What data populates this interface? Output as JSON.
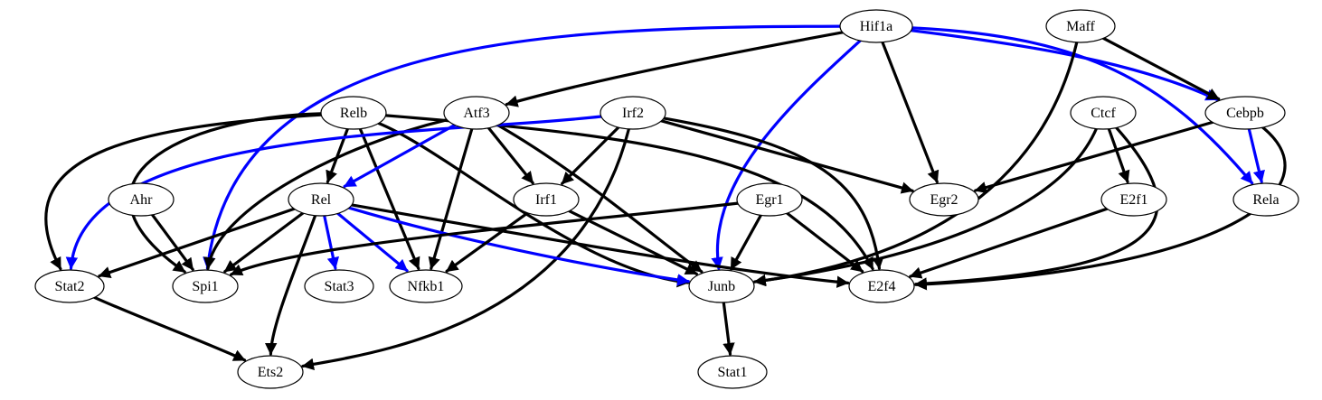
{
  "colors": {
    "background": "#ffffff",
    "node_stroke": "#000000",
    "label": "#000000",
    "edge_default": "#000000",
    "edge_highlight": "#0000ff"
  },
  "nodes": [
    {
      "id": "Hif1a",
      "label": "Hif1a"
    },
    {
      "id": "Maff",
      "label": "Maff"
    },
    {
      "id": "Relb",
      "label": "Relb"
    },
    {
      "id": "Atf3",
      "label": "Atf3"
    },
    {
      "id": "Irf2",
      "label": "Irf2"
    },
    {
      "id": "Ctcf",
      "label": "Ctcf"
    },
    {
      "id": "Cebpb",
      "label": "Cebpb"
    },
    {
      "id": "Ahr",
      "label": "Ahr"
    },
    {
      "id": "Rel",
      "label": "Rel"
    },
    {
      "id": "Irf1",
      "label": "Irf1"
    },
    {
      "id": "Egr1",
      "label": "Egr1"
    },
    {
      "id": "Egr2",
      "label": "Egr2"
    },
    {
      "id": "E2f1",
      "label": "E2f1"
    },
    {
      "id": "Rela",
      "label": "Rela"
    },
    {
      "id": "Stat2",
      "label": "Stat2"
    },
    {
      "id": "Spi1",
      "label": "Spi1"
    },
    {
      "id": "Stat3",
      "label": "Stat3"
    },
    {
      "id": "Nfkb1",
      "label": "Nfkb1"
    },
    {
      "id": "Junb",
      "label": "Junb"
    },
    {
      "id": "E2f4",
      "label": "E2f4"
    },
    {
      "id": "Ets2",
      "label": "Ets2"
    },
    {
      "id": "Stat1",
      "label": "Stat1"
    }
  ],
  "edges": [
    {
      "source": "Hif1a",
      "target": "Spi1",
      "color": "blue"
    },
    {
      "source": "Hif1a",
      "target": "Junb",
      "color": "blue"
    },
    {
      "source": "Hif1a",
      "target": "Cebpb",
      "color": "blue"
    },
    {
      "source": "Hif1a",
      "target": "Rela",
      "color": "blue"
    },
    {
      "source": "Hif1a",
      "target": "Atf3",
      "color": "black"
    },
    {
      "source": "Hif1a",
      "target": "Egr2",
      "color": "black"
    },
    {
      "source": "Maff",
      "target": "Cebpb",
      "color": "black"
    },
    {
      "source": "Maff",
      "target": "Junb",
      "color": "black"
    },
    {
      "source": "Relb",
      "target": "Stat2",
      "color": "black"
    },
    {
      "source": "Relb",
      "target": "Spi1",
      "color": "black"
    },
    {
      "source": "Relb",
      "target": "Rel",
      "color": "black"
    },
    {
      "source": "Relb",
      "target": "Nfkb1",
      "color": "black"
    },
    {
      "source": "Relb",
      "target": "Junb",
      "color": "black"
    },
    {
      "source": "Relb",
      "target": "E2f4",
      "color": "black"
    },
    {
      "source": "Atf3",
      "target": "Rel",
      "color": "blue"
    },
    {
      "source": "Atf3",
      "target": "Spi1",
      "color": "black"
    },
    {
      "source": "Atf3",
      "target": "Nfkb1",
      "color": "black"
    },
    {
      "source": "Atf3",
      "target": "Irf1",
      "color": "black"
    },
    {
      "source": "Atf3",
      "target": "Junb",
      "color": "black"
    },
    {
      "source": "Irf2",
      "target": "Stat2",
      "color": "blue"
    },
    {
      "source": "Irf2",
      "target": "Irf1",
      "color": "black"
    },
    {
      "source": "Irf2",
      "target": "Egr2",
      "color": "black"
    },
    {
      "source": "Irf2",
      "target": "E2f4",
      "color": "black"
    },
    {
      "source": "Irf2",
      "target": "Ets2",
      "color": "black"
    },
    {
      "source": "Ctcf",
      "target": "E2f1",
      "color": "black"
    },
    {
      "source": "Ctcf",
      "target": "Junb",
      "color": "black"
    },
    {
      "source": "Ctcf",
      "target": "E2f4",
      "color": "black"
    },
    {
      "source": "Cebpb",
      "target": "Rela",
      "color": "blue"
    },
    {
      "source": "Cebpb",
      "target": "Egr2",
      "color": "black"
    },
    {
      "source": "Cebpb",
      "target": "E2f4",
      "color": "black"
    },
    {
      "source": "Ahr",
      "target": "Spi1",
      "color": "black"
    },
    {
      "source": "Rel",
      "target": "Stat3",
      "color": "blue"
    },
    {
      "source": "Rel",
      "target": "Nfkb1",
      "color": "blue"
    },
    {
      "source": "Rel",
      "target": "Junb",
      "color": "blue"
    },
    {
      "source": "Rel",
      "target": "Stat2",
      "color": "black"
    },
    {
      "source": "Rel",
      "target": "Spi1",
      "color": "black"
    },
    {
      "source": "Rel",
      "target": "Ets2",
      "color": "black"
    },
    {
      "source": "Rel",
      "target": "E2f4",
      "color": "black"
    },
    {
      "source": "Irf1",
      "target": "Nfkb1",
      "color": "black"
    },
    {
      "source": "Irf1",
      "target": "Junb",
      "color": "black"
    },
    {
      "source": "Egr1",
      "target": "Spi1",
      "color": "black"
    },
    {
      "source": "Egr1",
      "target": "Junb",
      "color": "black"
    },
    {
      "source": "Egr1",
      "target": "E2f4",
      "color": "black"
    },
    {
      "source": "E2f1",
      "target": "E2f4",
      "color": "black"
    },
    {
      "source": "Stat2",
      "target": "Ets2",
      "color": "black"
    },
    {
      "source": "Junb",
      "target": "Stat1",
      "color": "black"
    }
  ]
}
